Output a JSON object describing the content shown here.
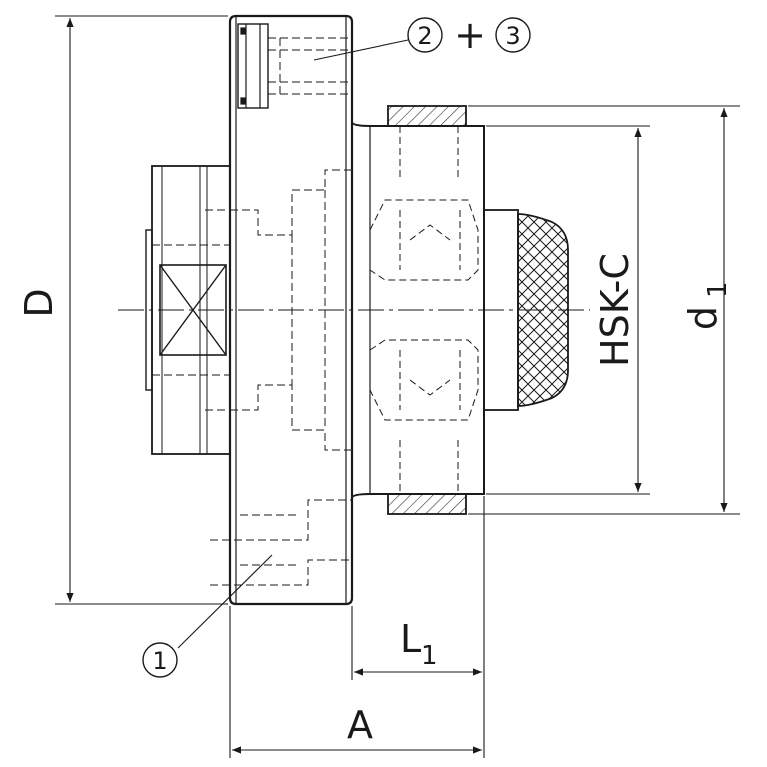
{
  "labels": {
    "D": "D",
    "d": "d",
    "d_sub": "1",
    "hsk": "HSK-C",
    "L": "L",
    "L_sub": "1",
    "A": "A"
  },
  "callouts": {
    "c1": "1",
    "c2": "2",
    "c3": "3",
    "plus": "+"
  },
  "colors": {
    "line": "#1a1a1a",
    "hatch": "#333333"
  }
}
